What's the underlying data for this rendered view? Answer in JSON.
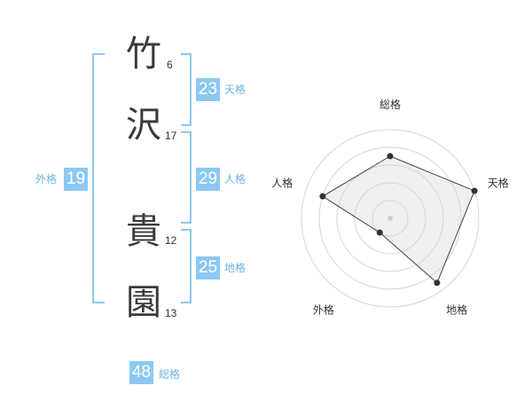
{
  "name": {
    "characters": [
      {
        "char": "竹",
        "strokes": "6"
      },
      {
        "char": "沢",
        "strokes": "17"
      },
      {
        "char": "貴",
        "strokes": "12"
      },
      {
        "char": "園",
        "strokes": "13"
      }
    ]
  },
  "fortunes": {
    "tenkaku": {
      "value": "23",
      "label": "天格"
    },
    "jinkaku": {
      "value": "29",
      "label": "人格"
    },
    "chikaku": {
      "value": "25",
      "label": "地格"
    },
    "gaikaku": {
      "value": "19",
      "label": "外格"
    },
    "soukaku": {
      "value": "48",
      "label": "総格"
    }
  },
  "colors": {
    "accent": "#8cc8f2",
    "label_text": "#6cb4e6"
  },
  "chart_data": {
    "type": "radar",
    "axes": [
      "総格",
      "天格",
      "地格",
      "外格",
      "人格"
    ],
    "values": [
      3.5,
      5,
      4.5,
      1,
      4
    ],
    "rmax": 5,
    "rings": 5,
    "grid": true
  }
}
